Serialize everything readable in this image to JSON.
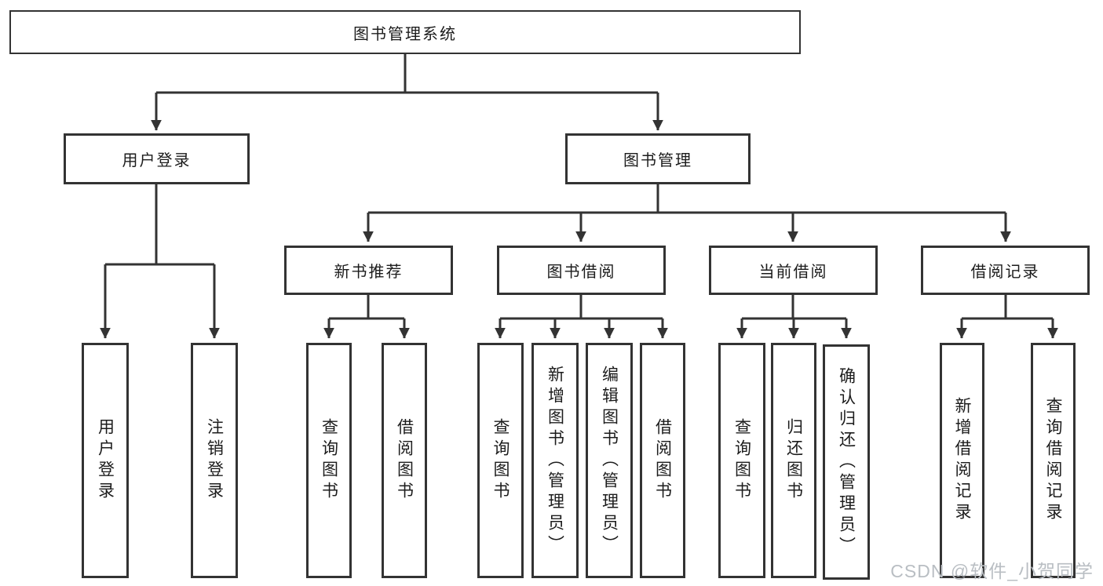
{
  "diagram": {
    "type": "functional-structure-tree",
    "watermark": {
      "text": "CSDN @软件_小贺同学"
    },
    "colors": {
      "background": "#ffffff",
      "line": "#333333",
      "box_border": "#333333",
      "text": "#1c1c1c",
      "watermark_text": "#b9bec3"
    },
    "tree": {
      "label": "图书管理系统",
      "children": [
        {
          "label": "用户登录",
          "children": [
            {
              "label": "用户登录"
            },
            {
              "label": "注销登录"
            }
          ]
        },
        {
          "label": "图书管理",
          "children": [
            {
              "label": "新书推荐",
              "children": [
                {
                  "label": "查询图书"
                },
                {
                  "label": "借阅图书"
                }
              ]
            },
            {
              "label": "图书借阅",
              "children": [
                {
                  "label": "查询图书"
                },
                {
                  "label": "新增图书（管理员）"
                },
                {
                  "label": "编辑图书（管理员）"
                },
                {
                  "label": "借阅图书"
                }
              ]
            },
            {
              "label": "当前借阅",
              "children": [
                {
                  "label": "查询图书"
                },
                {
                  "label": "归还图书"
                },
                {
                  "label": "确认归还（管理员）"
                }
              ]
            },
            {
              "label": "借阅记录",
              "children": [
                {
                  "label": "新增借阅记录"
                },
                {
                  "label": "查询借阅记录"
                }
              ]
            }
          ]
        }
      ]
    }
  }
}
